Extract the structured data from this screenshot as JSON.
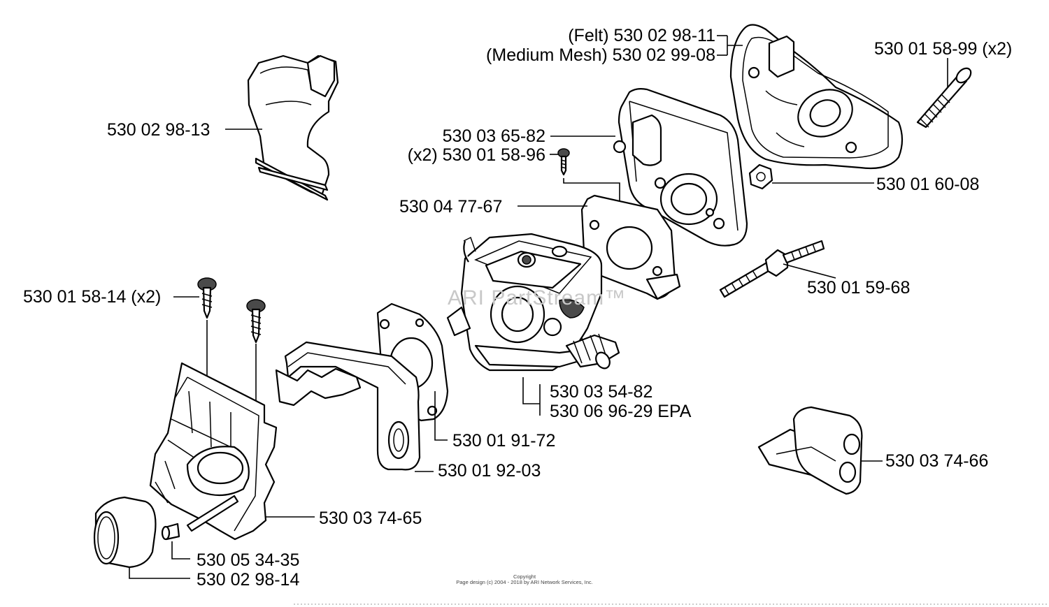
{
  "diagram": {
    "parts": [
      {
        "id": "p1",
        "label": "(Felt) 530 02 98-11"
      },
      {
        "id": "p2",
        "label": "(Medium Mesh) 530 02 99-08"
      },
      {
        "id": "p3",
        "label": "530 01 58-99 (x2)"
      },
      {
        "id": "p4",
        "label": "530 02 98-13"
      },
      {
        "id": "p5",
        "label": "530 03 65-82"
      },
      {
        "id": "p6",
        "label": "(x2) 530 01 58-96"
      },
      {
        "id": "p7",
        "label": "530 01 60-08"
      },
      {
        "id": "p8",
        "label": "530 04 77-67"
      },
      {
        "id": "p9",
        "label": "530 01 59-68"
      },
      {
        "id": "p10",
        "label": "530 01 58-14 (x2)"
      },
      {
        "id": "p11",
        "label": "530 03 54-82"
      },
      {
        "id": "p12",
        "label": "530 06 96-29 EPA"
      },
      {
        "id": "p13",
        "label": "530 01 91-72"
      },
      {
        "id": "p14",
        "label": "530 03 74-66"
      },
      {
        "id": "p15",
        "label": "530 01 92-03"
      },
      {
        "id": "p16",
        "label": "530 03 74-65"
      },
      {
        "id": "p17",
        "label": "530 05 34-35"
      },
      {
        "id": "p18",
        "label": "530 02 98-14"
      }
    ],
    "watermark": "ARI PartStream™",
    "copyright_line1": "Copyright",
    "copyright_line2": "Page design (c) 2004 - 2018 by ARI Network Services, Inc."
  }
}
